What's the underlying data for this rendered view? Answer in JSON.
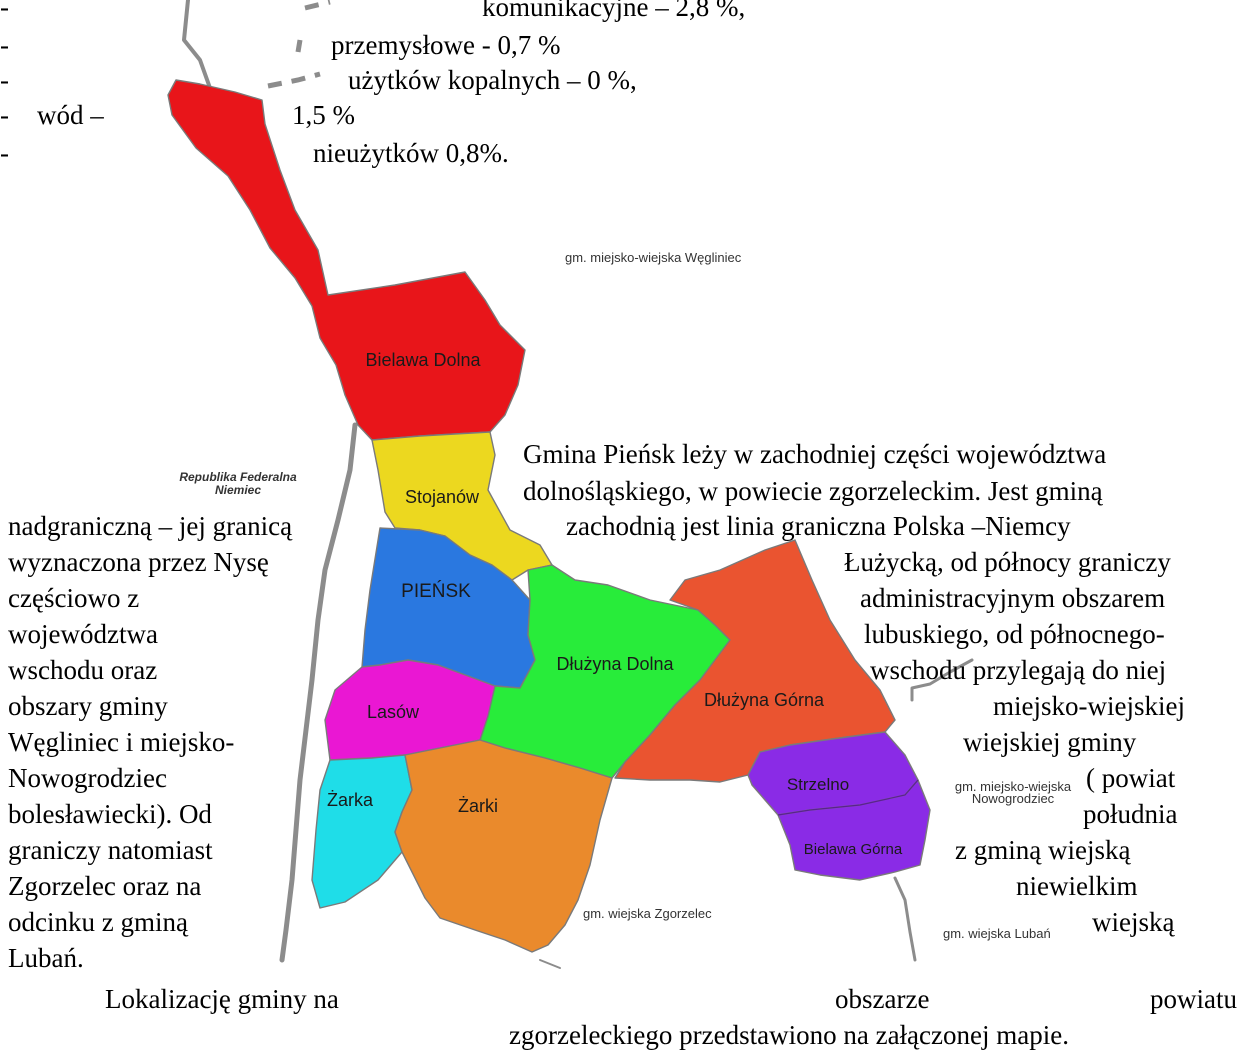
{
  "list_items": {
    "komunikacyjne": "komunikacyjne – 2,8 %,",
    "przemyslowe": "przemysłowe - 0,7 %",
    "kopalne": "użytków kopalnych – 0 %,",
    "wod_label": "wód –",
    "wod_value": "1,5 %",
    "nieuzytki": "nieużytków 0,8%.",
    "dash": "-"
  },
  "paragraph": {
    "right_1": "Gmina Pieńsk  leży w zachodniej części województwa",
    "right_2": "dolnośląskiego, w powiecie zgorzeleckim. Jest gminą",
    "l1_left": "nadgraniczną – jej granicą",
    "l1_right": "zachodnią  jest  linia  graniczna  Polska  –Niemcy",
    "l2_left": "wyznaczona przez Nysę",
    "l2_right": "Łużycką,   od   północy   graniczy",
    "l3_left": "częściowo              z",
    "l3_right": "administracyjnym    obszarem",
    "l4_left": "województwa",
    "l4_right": "lubuskiego,   od   północnego-",
    "l5_left": "wschodu              oraz",
    "l5_right": "wschodu  przylegają  do  niej",
    "l6_left": "obszary         gminy",
    "l6_right": "miejsko-wiejskiej",
    "l7_left": "Węgliniec i miejsko-",
    "l7_right": "wiejskiej                 gminy",
    "l8_left": "Nowogrodziec",
    "l8_right": "(         powiat",
    "l9_left": "bolesławiecki).  Od",
    "l9_right": "południa",
    "l10_left": "graniczy natomiast",
    "l10_right": "z      gminą      wiejską",
    "l11_left": "Zgorzelec oraz na",
    "l11_right": "niewielkim",
    "l12_left": "odcinku  z  gminą",
    "l12_right": "wiejską",
    "l13_left": "Lubań.",
    "bottom_1a": "Lokalizację    gminy  na",
    "bottom_1b": "obszarze",
    "bottom_1c": "powiatu",
    "bottom_2": "zgorzeleckiego przedstawiono na załączonej mapie."
  },
  "map": {
    "regions": [
      {
        "key": "bielawa_dolna",
        "label": "Bielawa Dolna",
        "color": "#e8151a"
      },
      {
        "key": "stojanow",
        "label": "Stojanów",
        "color": "#ecd81f"
      },
      {
        "key": "piensk",
        "label": "PIEŃSK",
        "color": "#2a78e0"
      },
      {
        "key": "dluzyna_dolna",
        "label": "Dłużyna Dolna",
        "color": "#28ec3a"
      },
      {
        "key": "dluzyna_gorna",
        "label": "Dłużyna Górna",
        "color": "#ea5430"
      },
      {
        "key": "lasow",
        "label": "Lasów",
        "color": "#ea17d3"
      },
      {
        "key": "zarka",
        "label": "Żarka",
        "color": "#1fdde8"
      },
      {
        "key": "zarki",
        "label": "Żarki",
        "color": "#ea8a2c"
      },
      {
        "key": "strzelno",
        "label": "Strzelno",
        "color": "#8a2be6"
      },
      {
        "key": "bielawa_gorna",
        "label": "Bielawa Górna",
        "color": "#8a2be6"
      }
    ],
    "neighbours": {
      "weglinec": "gm. miejsko-wiejska Węgliniec",
      "rfn_1": "Republika Federalna",
      "rfn_2": "Niemiec",
      "nowogrodziec_1": "gm. miejsko-wiejska",
      "nowogrodziec_2": "Nowogrodziec",
      "zgorzelec": "gm. wiejska Zgorzelec",
      "luban": "gm. wiejska Lubań"
    },
    "border_color": "#8a8a8a"
  }
}
